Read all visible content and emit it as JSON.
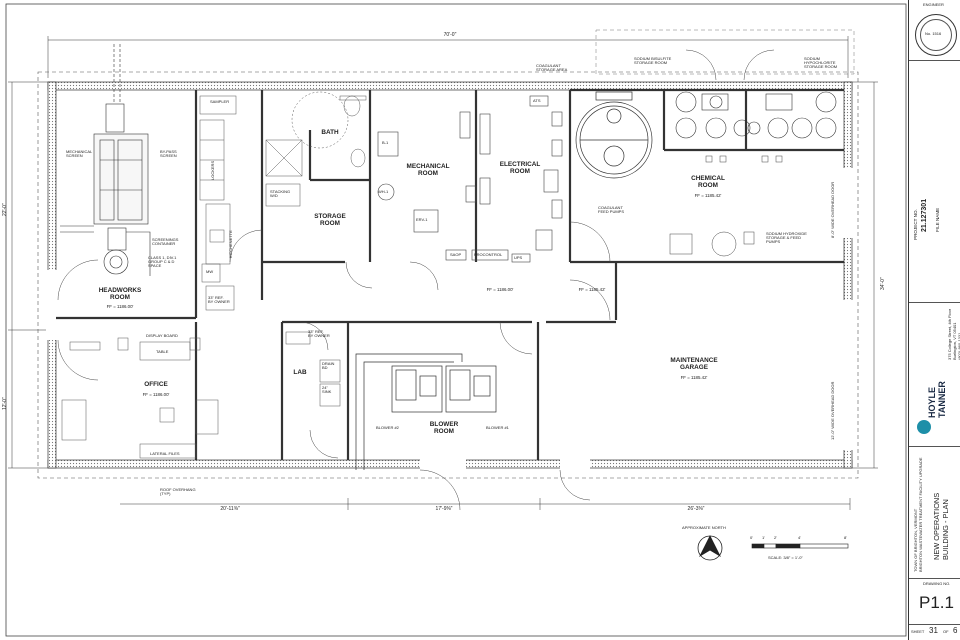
{
  "plan": {
    "overall_width_dim": "70'-0\"",
    "depth_dim_right": "34'-0\"",
    "left_dim_upper": "22'-0\"",
    "left_dim_lower": "12'-0\"",
    "bottom_dims": [
      "20'-11⅜\"",
      "17'-9⅜\"",
      "26'-3⅜\""
    ],
    "rooms": {
      "headworks": "HEADWORKS\nROOM",
      "office": "OFFICE",
      "bath": "BATH",
      "storage": "STORAGE\nROOM",
      "mechanical": "MECHANICAL\nROOM",
      "electrical": "ELECTRICAL\nROOM",
      "chemical": "CHEMICAL\nROOM",
      "lab": "LAB",
      "blower": "BLOWER\nROOM",
      "maintenance": "MAINTENANCE\nGARAGE"
    },
    "ff": {
      "headworks": "FF = 1186.00'",
      "office": "FF = 1186.00'",
      "mechanical": "FF = 1186.00'",
      "corridor": "FF = 1185.42'",
      "chemical": "FF = 1185.42'",
      "maintenance": "FF = 1185.42'"
    },
    "labels": {
      "mechanical_screen": "MECHANICAL\nSCREEN",
      "bypass_screen": "BY-PASS\nSCREEN",
      "screenings": "SCREENINGS\nCONTAINER",
      "class1": "CLASS 1, DIV.1\nGROUP C & D\nSPACE",
      "sampler": "SAMPLER",
      "lockers": "LOCKERS",
      "kitchenette": "KITCHENETTE",
      "mw": "MW",
      "ref33_a": "33\" REF.\nBY OWNER",
      "ref33_b": "33\" REF.\nBY OWNER",
      "display_board": "DISPLAY BOARD",
      "table": "TABLE",
      "lateral_files": "LATERAL FILES",
      "stacking": "STACKING\nW/D",
      "b1": "B-1",
      "wh1": "WH-1",
      "erv1": "ERV-1",
      "saop": "SAOP",
      "procontrol": "PROCONTROL",
      "ups": "UPS",
      "ats": "ATS",
      "drain_bd": "DRAIN\nBD",
      "sink24": "24\"\nSINK",
      "coagulant_storage": "COAGULANT\nSTORAGE AREA",
      "sodium_bisulfite": "SODIUM BISULFITE\nSTORAGE ROOM",
      "sodium_hypo": "SODIUM\nHYPOCHLORITE\nSTORAGE ROOM",
      "coagulant_pumps": "COAGULANT\nFEED PUMPS",
      "sodium_hydroxide": "SODIUM HYDROXIDE\nSTORAGE & FEED\nPUMPS",
      "door_8": "8'-0\" WIDE OVERHEAD DOOR",
      "door_12": "12'-0\" WIDE OVERHEAD DOOR",
      "blower2": "BLOWER #2",
      "blower1": "BLOWER #1",
      "roof_overhang": "ROOF OVERHANG\n(TYP)",
      "approx_north": "APPROXIMATE NORTH",
      "scale": "SCALE: 3/8\" = 1'-0\"",
      "scale_ticks": [
        "0'",
        "1'",
        "2'",
        "4'",
        "8'"
      ]
    }
  },
  "title_block": {
    "engineer": "ENGINEER",
    "seal_text": "No. 1516",
    "project_no_label": "PROJECT NO.",
    "project_no": "21.127301",
    "file_name_label": "FILE NAME",
    "firm_line1": "HOYLE",
    "firm_line2": "TANNER",
    "address": "375 College Street, 4th Floor\nBurlington, VT 05401\n(802) 860-1331\nwww.hoyletanner.com",
    "client": "TOWN OF BRIGHTON, VERMONT\nBRIGHTON WASTEWATER TREATMENT FACILITY UPGRADE",
    "sheet_title": "NEW OPERATIONS\nBUILDING - PLAN",
    "drawing_no_label": "DRAWING NO.",
    "drawing_no": "P1.1",
    "sheet_label": "SHEET",
    "sheet_num": "31",
    "sheet_of": "OF",
    "sheet_total": "6"
  },
  "colors": {
    "line": "#2a2a2a",
    "wall": "#3a3a3a",
    "paper": "#ffffff",
    "brand_teal": "#1d8fa8",
    "brand_dark": "#1a2a44"
  }
}
